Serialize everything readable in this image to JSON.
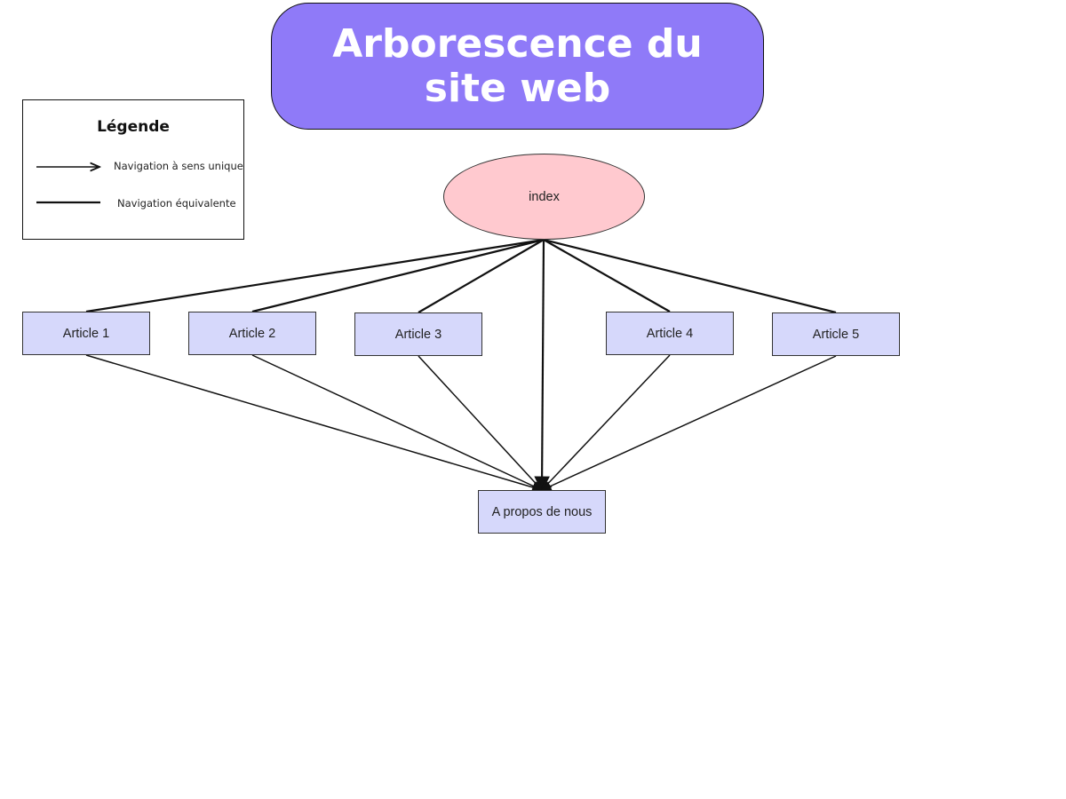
{
  "title": "Arborescence du site web",
  "legend": {
    "title": "Légende",
    "items": [
      {
        "label": "Navigation à sens unique",
        "style": "arrow"
      },
      {
        "label": "Navigation équivalente",
        "style": "line"
      }
    ]
  },
  "nodes": {
    "index": "index",
    "articles": [
      "Article 1",
      "Article 2",
      "Article 3",
      "Article 4",
      "Article 5"
    ],
    "about": "A propos de nous"
  },
  "edges": [
    {
      "from": "index",
      "to": "Article 1",
      "type": "equivalent"
    },
    {
      "from": "index",
      "to": "Article 2",
      "type": "equivalent"
    },
    {
      "from": "index",
      "to": "Article 3",
      "type": "equivalent"
    },
    {
      "from": "index",
      "to": "Article 4",
      "type": "equivalent"
    },
    {
      "from": "index",
      "to": "Article 5",
      "type": "equivalent"
    },
    {
      "from": "index",
      "to": "A propos de nous",
      "type": "one-way"
    },
    {
      "from": "Article 1",
      "to": "A propos de nous",
      "type": "one-way"
    },
    {
      "from": "Article 2",
      "to": "A propos de nous",
      "type": "one-way"
    },
    {
      "from": "Article 3",
      "to": "A propos de nous",
      "type": "one-way"
    },
    {
      "from": "Article 4",
      "to": "A propos de nous",
      "type": "one-way"
    },
    {
      "from": "Article 5",
      "to": "A propos de nous",
      "type": "one-way"
    }
  ],
  "colors": {
    "title_bg": "#8f7af8",
    "index_fill": "#ffc9cf",
    "node_fill": "#d6d8fb"
  }
}
